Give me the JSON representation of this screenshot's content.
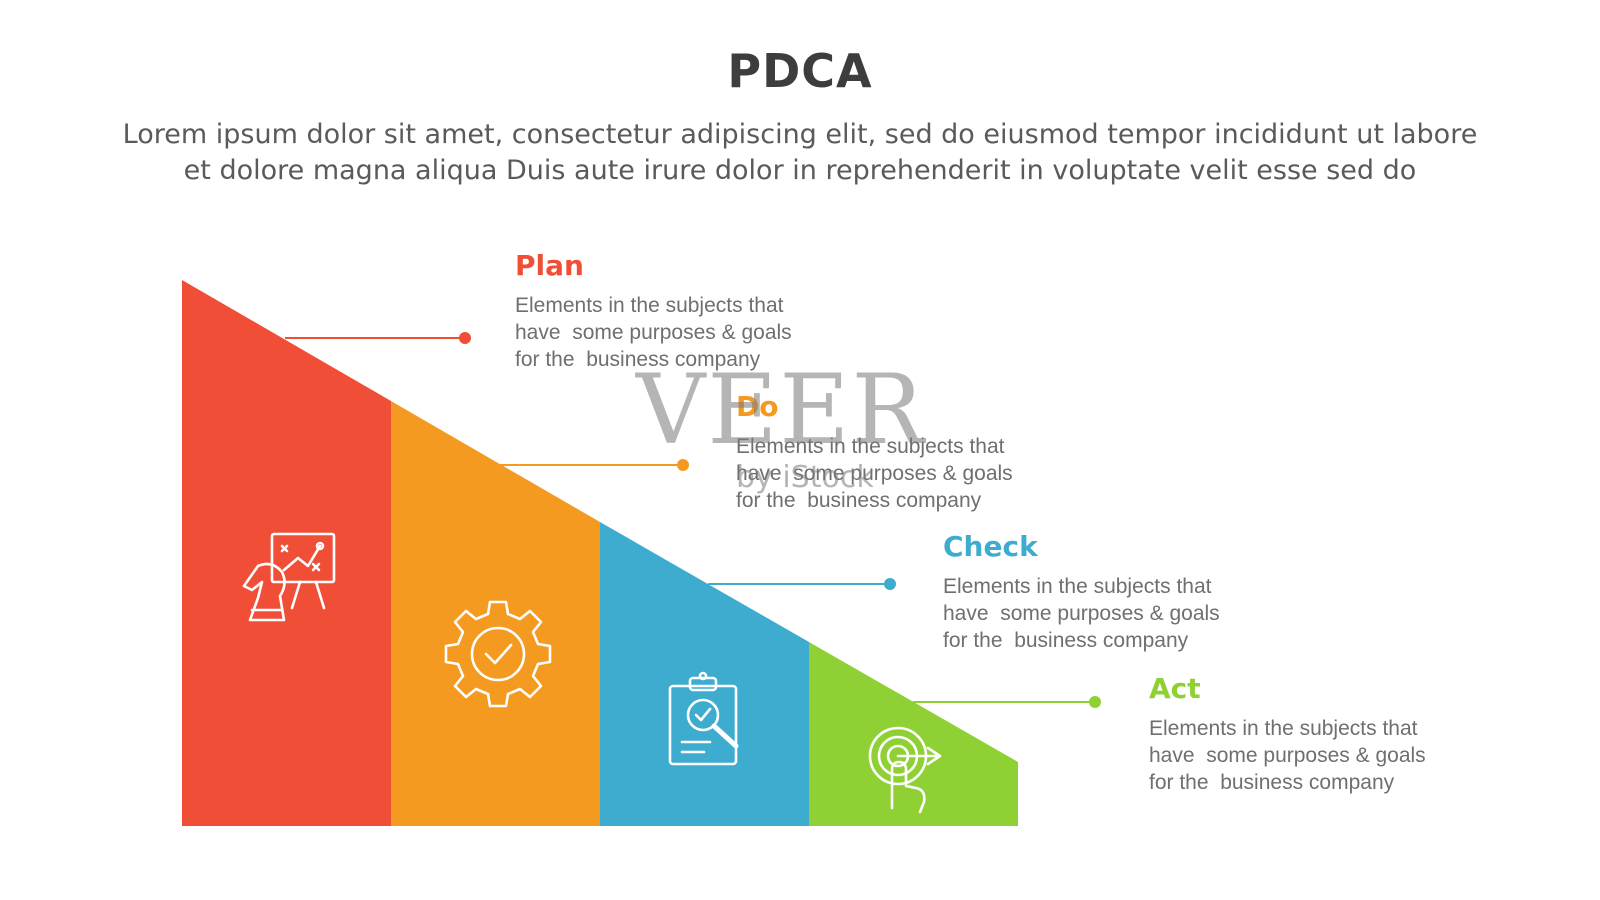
{
  "header": {
    "title": "PDCA",
    "subtitle_lines": [
      "Lorem ipsum dolor sit amet, consectetur adipiscing elit, sed do eiusmod tempor incididunt ut labore",
      "et dolore magna aliqua Duis aute irure dolor in reprehenderit in voluptate velit esse sed do"
    ]
  },
  "steps": [
    {
      "title": "Plan",
      "color": "#f04e37",
      "icon": "strategy-board-chess-knight-icon",
      "desc": [
        "Elements in the subjects that",
        "have  some purposes & goals",
        "for the  business company"
      ]
    },
    {
      "title": "Do",
      "color": "#f59a21",
      "icon": "gear-check-icon",
      "desc": [
        "Elements in the subjects that",
        "have  some purposes & goals",
        "for the  business company"
      ]
    },
    {
      "title": "Check",
      "color": "#3eaccf",
      "icon": "clipboard-magnifier-check-icon",
      "desc": [
        "Elements in the subjects that",
        "have  some purposes & goals",
        "for the  business company"
      ]
    },
    {
      "title": "Act",
      "color": "#8fd135",
      "icon": "target-hand-icon",
      "desc": [
        "Elements in the subjects that",
        "have  some purposes & goals",
        "for the  business company"
      ]
    }
  ],
  "watermark": {
    "main": "VEER",
    "sub": "by iStock"
  }
}
